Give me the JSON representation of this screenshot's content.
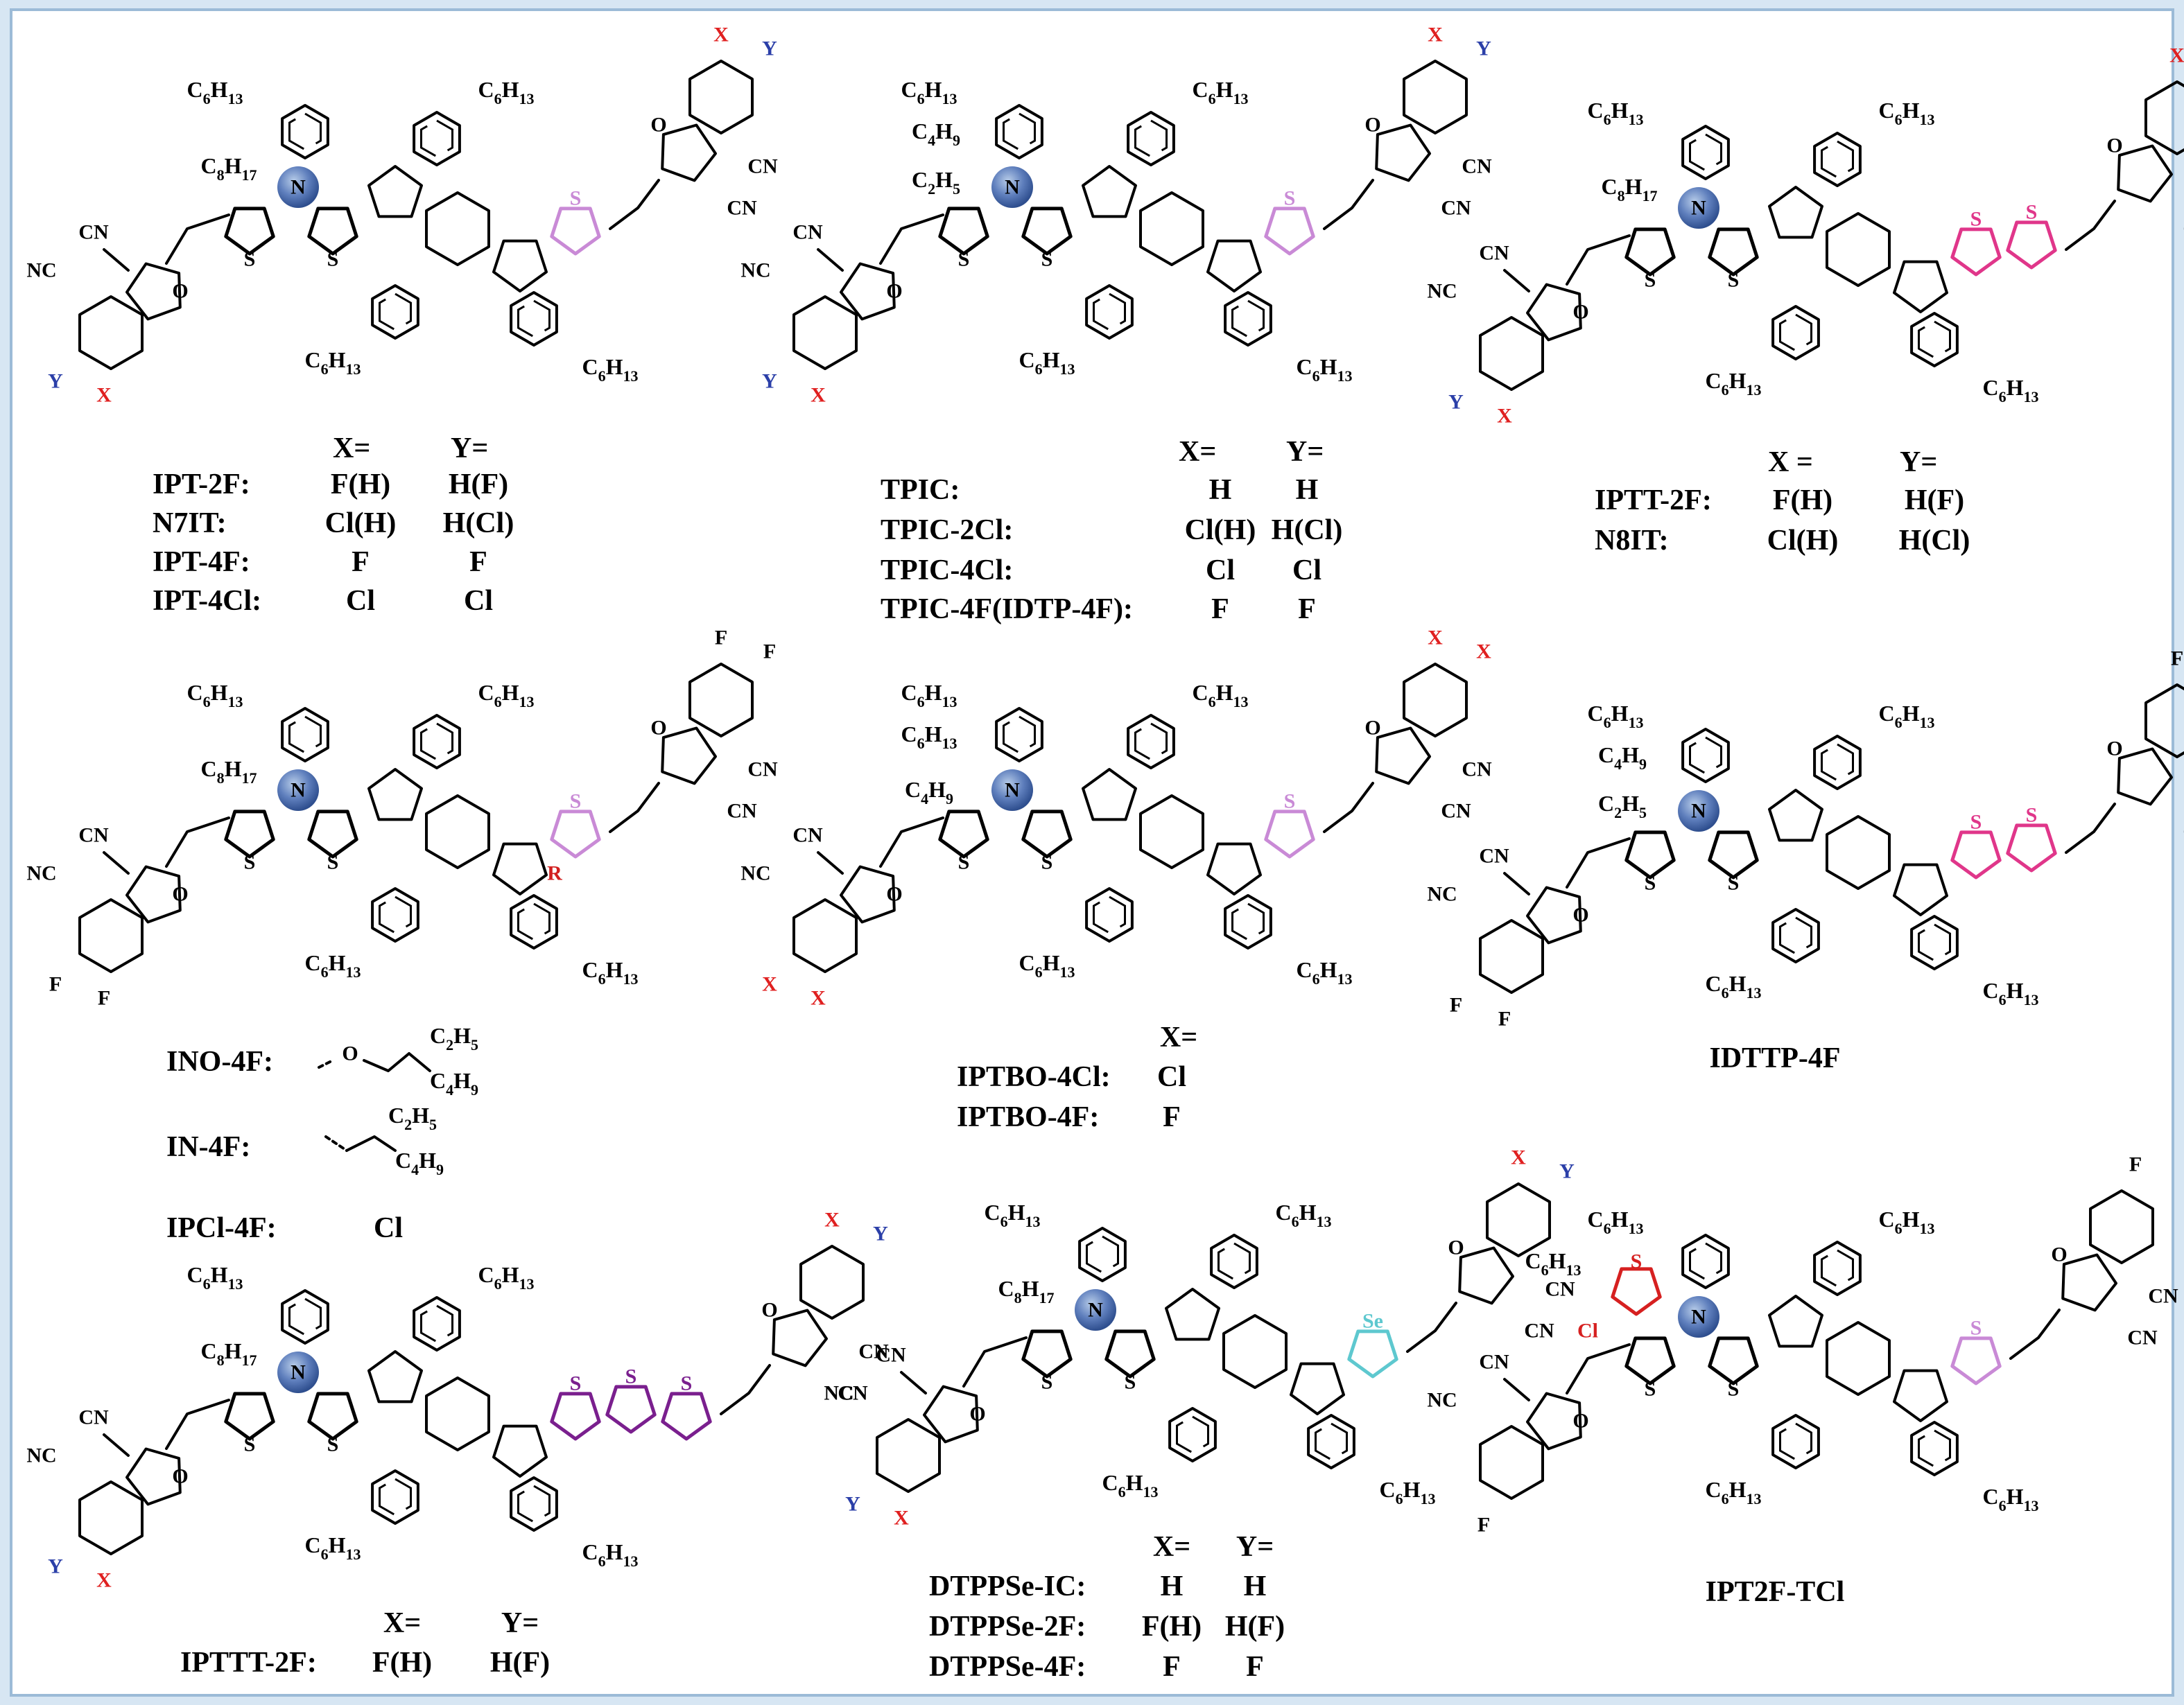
{
  "colors": {
    "background": "#d7e6f3",
    "panel": "#ffffff",
    "panel_border": "#9cbbd7",
    "bond": "#000000",
    "x_label": "#e02020",
    "y_label": "#2b3fa8",
    "thiophene_light": "#c98ad6",
    "thiophene_magenta": "#e0368a",
    "thiophene_purple": "#7a1f8e",
    "selenophene": "#5ec8cf",
    "chlorothiophene": "#d62020",
    "nitrogen_sphere": "#4f6fb0"
  },
  "labels": {
    "x": "X",
    "y": "Y",
    "n": "N",
    "s": "S",
    "se": "Se",
    "o": "O",
    "cn": "CN",
    "nc": "NC",
    "f": "F",
    "cl": "Cl",
    "r": "R",
    "hexyl": "C6H13",
    "octyl": "C8H17",
    "butyl": "C4H9",
    "ethyl": "C2H5"
  },
  "molecules": [
    {
      "id": "ipt",
      "core_color": "thiophene_light",
      "table": {
        "header": [
          "X=",
          "Y="
        ],
        "rows": [
          [
            "IPT-2F:",
            "F(H)",
            "H(F)"
          ],
          [
            "N7IT:",
            "Cl(H)",
            "H(Cl)"
          ],
          [
            "IPT-4F:",
            "F",
            "F"
          ],
          [
            "IPT-4Cl:",
            "Cl",
            "Cl"
          ]
        ]
      }
    },
    {
      "id": "tpic",
      "core_color": "thiophene_light",
      "table": {
        "header": [
          "X=",
          "Y="
        ],
        "rows": [
          [
            "TPIC:",
            "H",
            "H"
          ],
          [
            "TPIC-2Cl:",
            "Cl(H)",
            "H(Cl)"
          ],
          [
            "TPIC-4Cl:",
            "Cl",
            "Cl"
          ],
          [
            "TPIC-4F(IDTP-4F):",
            "F",
            "F"
          ]
        ]
      }
    },
    {
      "id": "iptt",
      "core_color": "thiophene_magenta",
      "table": {
        "header": [
          "X =",
          "Y="
        ],
        "rows": [
          [
            "IPTT-2F:",
            "F(H)",
            "H(F)"
          ],
          [
            "N8IT:",
            "Cl(H)",
            "H(Cl)"
          ]
        ]
      }
    },
    {
      "id": "ino",
      "core_color": "thiophene_light",
      "variants": [
        {
          "name": "INO-4F:",
          "r": "O-ethylhexyl"
        },
        {
          "name": "IN-4F:",
          "r": "ethylhexyl"
        },
        {
          "name": "IPCl-4F:",
          "r": "Cl"
        }
      ]
    },
    {
      "id": "iptbo",
      "core_color": "thiophene_light",
      "table": {
        "header": [
          "X="
        ],
        "rows": [
          [
            "IPTBO-4Cl:",
            "Cl"
          ],
          [
            "IPTBO-4F:",
            "F"
          ]
        ]
      }
    },
    {
      "id": "idttp",
      "core_color": "thiophene_magenta",
      "name": "IDTTP-4F"
    },
    {
      "id": "ipttt",
      "core_color": "thiophene_purple",
      "table": {
        "header": [
          "X=",
          "Y="
        ],
        "rows": [
          [
            "IPTTT-2F:",
            "F(H)",
            "H(F)"
          ]
        ]
      }
    },
    {
      "id": "dtppse",
      "core_color": "selenophene",
      "table": {
        "header": [
          "X=",
          "Y="
        ],
        "rows": [
          [
            "DTPPSe-IC:",
            "H",
            "H"
          ],
          [
            "DTPPSe-2F:",
            "F(H)",
            "H(F)"
          ],
          [
            "DTPPSe-4F:",
            "F",
            "F"
          ]
        ]
      }
    },
    {
      "id": "ipt2ftcl",
      "core_color": "thiophene_light",
      "name": "IPT2F-TCl"
    }
  ],
  "text": {
    "ipt": {
      "h1": "X=",
      "h2": "Y=",
      "r0": "IPT-2F:",
      "r0x": "F(H)",
      "r0y": "H(F)",
      "r1": "N7IT:",
      "r1x": "Cl(H)",
      "r1y": "H(Cl)",
      "r2": "IPT-4F:",
      "r2x": "F",
      "r2y": "F",
      "r3": "IPT-4Cl:",
      "r3x": "Cl",
      "r3y": "Cl"
    },
    "tpic": {
      "h1": "X=",
      "h2": "Y=",
      "r0": "TPIC:",
      "r0x": "H",
      "r0y": "H",
      "r1": "TPIC-2Cl:",
      "r1x": "Cl(H)",
      "r1y": "H(Cl)",
      "r2": "TPIC-4Cl:",
      "r2x": "Cl",
      "r2y": "Cl",
      "r3": "TPIC-4F(IDTP-4F):",
      "r3x": "F",
      "r3y": "F"
    },
    "iptt": {
      "h1": "X =",
      "h2": "Y=",
      "r0": "IPTT-2F:",
      "r0x": "F(H)",
      "r0y": "H(F)",
      "r1": "N8IT:",
      "r1x": "Cl(H)",
      "r1y": "H(Cl)"
    },
    "ino": {
      "n0": "INO-4F:",
      "n1": "IN-4F:",
      "n2": "IPCl-4F:",
      "v2": "Cl"
    },
    "iptbo": {
      "h1": "X=",
      "r0": "IPTBO-4Cl:",
      "r0x": "Cl",
      "r1": "IPTBO-4F:",
      "r1x": "F"
    },
    "idttp": {
      "name": "IDTTP-4F"
    },
    "ipttt": {
      "h1": "X=",
      "h2": "Y=",
      "r0": "IPTTT-2F:",
      "r0x": "F(H)",
      "r0y": "H(F)"
    },
    "dtppse": {
      "h1": "X=",
      "h2": "Y=",
      "r0": "DTPPSe-IC:",
      "r0x": "H",
      "r0y": "H",
      "r1": "DTPPSe-2F:",
      "r1x": "F(H)",
      "r1y": "H(F)",
      "r2": "DTPPSe-4F:",
      "r2x": "F",
      "r2y": "F"
    },
    "ipt2ftcl": {
      "name": "IPT2F-TCl"
    }
  }
}
